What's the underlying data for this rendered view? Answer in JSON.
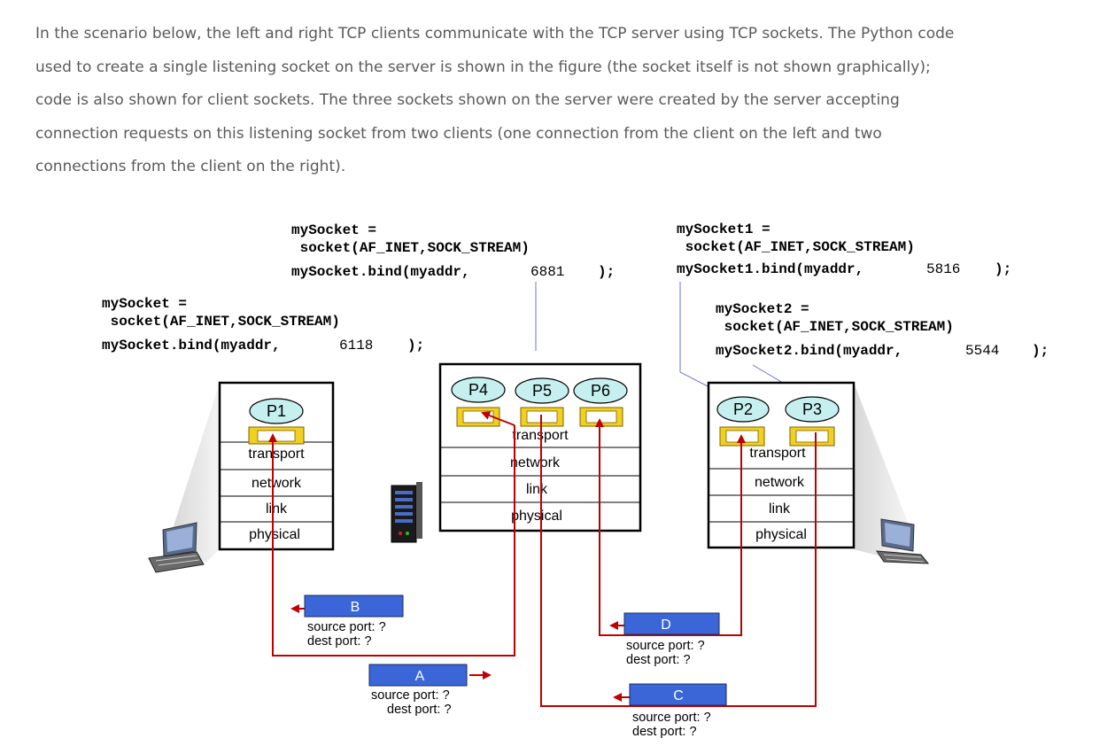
{
  "intro": {
    "line1": "In the scenario below, the left and right TCP clients communicate with the TCP server using TCP sockets. The Python code",
    "line2": "used to create a single listening socket on the server is shown in the figure (the socket itself is not shown graphically);",
    "line3": "code is also shown for client sockets. The three sockets shown on the server were created by the server accepting",
    "line4": "connection requests on this listening socket from two clients (one connection from the client on the left and two",
    "line5": "connections from the client on the right)."
  },
  "code": {
    "server": {
      "l1": "mySocket =",
      "l2": " socket(AF_INET,SOCK_STREAM)",
      "l3": "mySocket.bind(myaddr,",
      "port": "6881",
      "end": ");"
    },
    "left_client": {
      "l1": "mySocket =",
      "l2": " socket(AF_INET,SOCK_STREAM)",
      "l3": "mySocket.bind(myaddr,",
      "port": "6118",
      "end": ");"
    },
    "right_client_1": {
      "l1": "mySocket1 =",
      "l2": " socket(AF_INET,SOCK_STREAM)",
      "l3": "mySocket1.bind(myaddr,",
      "port": "5816",
      "end": ");"
    },
    "right_client_2": {
      "l1": "mySocket2 =",
      "l2": " socket(AF_INET,SOCK_STREAM)",
      "l3": "mySocket2.bind(myaddr,",
      "port": "5544",
      "end": ");"
    }
  },
  "layers": {
    "transport": "transport",
    "network": "network",
    "link": "link",
    "physical": "physical"
  },
  "processes": {
    "p1": "P1",
    "p2": "P2",
    "p3": "P3",
    "p4": "P4",
    "p5": "P5",
    "p6": "P6"
  },
  "segments": {
    "a": {
      "label": "A",
      "source": "source port: ?",
      "dest": "dest port: ?"
    },
    "b": {
      "label": "B",
      "source": "source port: ?",
      "dest": "dest port: ?"
    },
    "c": {
      "label": "C",
      "source": "source port: ?",
      "dest": "dest port: ?"
    },
    "d": {
      "label": "D",
      "source": "source port: ?",
      "dest": "dest port: ?"
    }
  },
  "colors": {
    "segment_box": "#3a66d8",
    "arrow": "#c00000",
    "socket_fill": "#f0d020",
    "process_fill": "#c6f0f0",
    "code_line": "#7070e0"
  }
}
